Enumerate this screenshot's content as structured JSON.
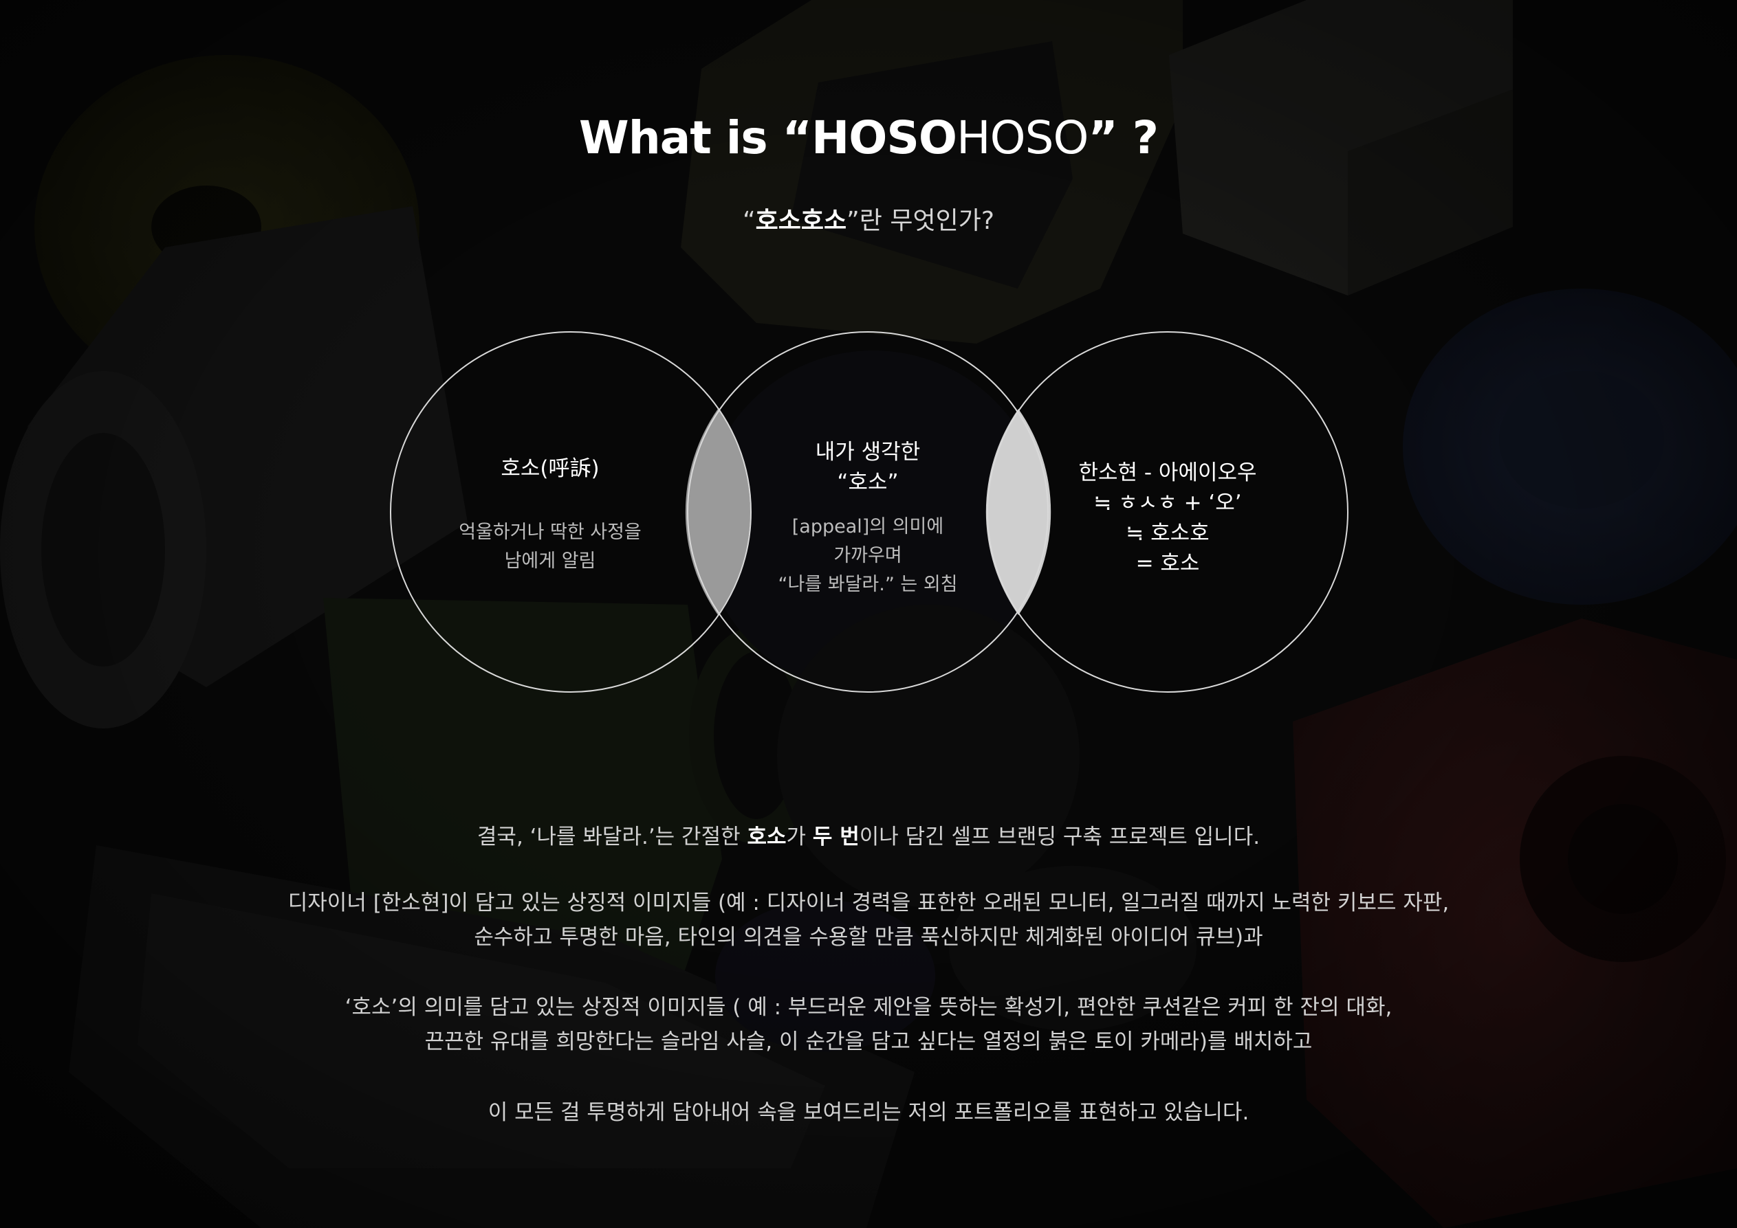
{
  "title": {
    "prefix": "What is “",
    "bold_word": "HOSO",
    "light_word": "HOSO",
    "suffix": "” ?"
  },
  "subtitle": {
    "open_quote": "“",
    "bold_word": "호소호소",
    "rest": "”란 무엇인가?"
  },
  "venn": {
    "left": {
      "heading": "호소(呼訴)",
      "desc_line1": "억울하거나 딱한 사정을",
      "desc_line2": "남에게 알림"
    },
    "middle": {
      "heading_line1": "내가 생각한",
      "heading_line2": "“호소”",
      "desc_line1": "[appeal]의 의미에",
      "desc_line2": "가까우며",
      "desc_line3": "“나를 봐달라.” 는 외침"
    },
    "right": {
      "line1": "한소현 - 아에이오우",
      "line2": "≒ ㅎㅅㅎ + ‘오’",
      "line3": "≒ 호소호",
      "line4": "= 호소"
    }
  },
  "paragraphs": {
    "p1": {
      "part1": "결국, ‘나를 봐달라.’는 간절한 ",
      "bold1": "호소",
      "part2": "가 ",
      "bold2": "두 번",
      "part3": "이나 담긴 셀프 브랜딩 구축 프로젝트 입니다."
    },
    "p2_line1": "디자이너 [한소현]이 담고 있는 상징적 이미지들 (예 : 디자이너 경력을 표한한 오래된 모니터, 일그러질 때까지 노력한 키보드 자판,",
    "p2_line2": "순수하고 투명한 마음, 타인의 의견을 수용할 만큼 푹신하지만 체계화된 아이디어 큐브)과",
    "p3_line1": "‘호소’의 의미를 담고 있는 상징적 이미지들 ( 예 : 부드러운 제안을 뜻하는 확성기, 편안한 쿠션같은 커피 한 잔의 대화,",
    "p3_line2": "끈끈한 유대를 희망한다는 슬라임 사슬, 이 순간을 담고 싶다는 열정의 붉은 토이 카메라)를 배치하고",
    "p4": "이 모든 걸 투명하게 담아내어 속을 보여드리는 저의 포트폴리오를 표현하고 있습니다."
  },
  "colors": {
    "background": "#0a0a0a",
    "circle_stroke": "#d9d9d9",
    "overlap_left": "#9a9a9a",
    "overlap_right": "#cfcfcf"
  }
}
